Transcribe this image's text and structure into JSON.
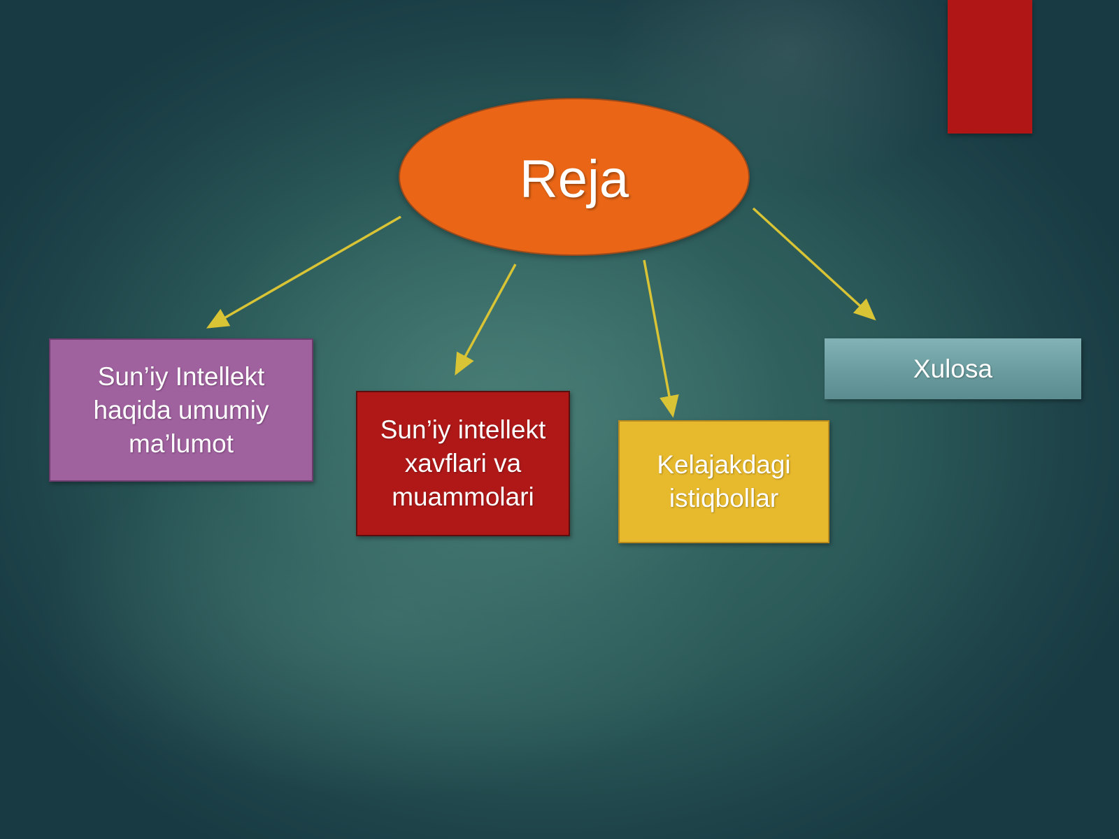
{
  "diagram": {
    "hub": {
      "label": "Reja"
    },
    "nodes": [
      {
        "label_lines": [
          "Sun’iy Intellekt",
          "haqida umumiy",
          "ma’lumot"
        ],
        "fill": "#a0619f"
      },
      {
        "label_lines": [
          "Sun’iy intellekt",
          "xavflari va",
          "muammolari"
        ],
        "fill": "#b01818"
      },
      {
        "label_lines": [
          "Kelajakdagi",
          "istiqbollar"
        ],
        "fill": "#e7b92c"
      },
      {
        "label_lines": [
          "Xulosa"
        ],
        "fill": "#6a9c9f"
      }
    ],
    "edges": [
      {
        "from": "hub",
        "to": "node-1"
      },
      {
        "from": "hub",
        "to": "node-2"
      },
      {
        "from": "hub",
        "to": "node-3"
      },
      {
        "from": "hub",
        "to": "node-4"
      }
    ]
  },
  "colors": {
    "hub_fill": "#ea6616",
    "connector": "#d9c435",
    "accent_bar": "#b01616",
    "background": "#2b5a59"
  }
}
